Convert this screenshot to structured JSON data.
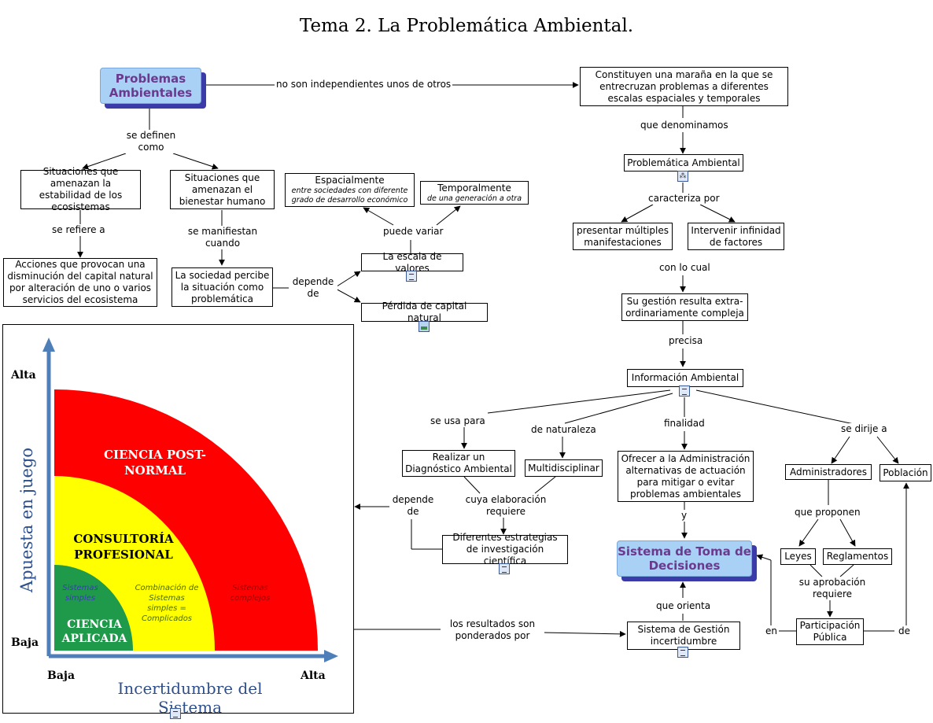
{
  "title": "Tema 2. La Problemática Ambiental.",
  "nodes": {
    "problemas": "Problemas Ambientales",
    "maranya": "Constituyen una maraña en la que se entrecruzan problemas a diferentes escalas espaciales y temporales",
    "problematica": "Problemática Ambiental",
    "estabilidad": "Situaciones que amenazan la estabilidad de los ecosistemas",
    "bienestar": "Situaciones que amenazan el bienestar humano",
    "acciones": "Acciones que provocan una disminución del capital natural por alteración de uno o varios servicios del ecosistema",
    "sociedad": "La sociedad percibe la situación como problemática",
    "espacial": "Espacialmente",
    "espacial_sub": "entre sociedades con diferente grado de desarrollo económico",
    "temporal": "Temporalmente",
    "temporal_sub": "de una generación a otra",
    "escala": "La escala de valores",
    "perdida": "Pérdida de capital natural",
    "presentar": "presentar múltiples manifestaciones",
    "intervenir": "Intervenir infinidad de factores",
    "gestion": "Su gestión resulta extra-ordinariamente compleja",
    "info": "Información Ambiental",
    "diagnostico": "Realizar un Diagnóstico Ambiental",
    "multi": "Multidisciplinar",
    "ofrecer": "Ofrecer a la Administración alternativas de actuación para mitigar o evitar problemas ambientales",
    "administradores": "Administradores",
    "poblacion": "Población",
    "estrategias": "Diferentes estrategias de investigación científica",
    "sistema": "Sistema de Toma de Decisiones",
    "leyes": "Leyes",
    "reglamentos": "Reglamentos",
    "gestion_inc": "Sistema de Gestión incertidumbre",
    "participacion": "Participación Pública"
  },
  "labels": {
    "no_indep": "no son independientes unos de otros",
    "se_definen": "se definen como",
    "se_refiere": "se refiere a",
    "se_manifiestan": "se manifiestan cuando",
    "depende_de": "depende de",
    "puede_variar": "puede variar",
    "que_denominamos": "que denominamos",
    "caracteriza": "caracteriza por",
    "con_lo_cual": "con lo cual",
    "precisa": "precisa",
    "se_usa": "se usa para",
    "naturaleza": "de naturaleza",
    "finalidad": "finalidad",
    "se_dirije": "se dirije a",
    "depende_de2": "depende de",
    "cuya": "cuya elaboración requiere",
    "y": "y",
    "que_proponen": "que proponen",
    "su_aprobacion": "su aprobación requiere",
    "que_orienta": "que orienta",
    "resultados": "los resultados son ponderados por",
    "en": "en",
    "de": "de"
  },
  "panel": {
    "y_axis": "Apuesta en juego",
    "x_axis": "Incertidumbre del Sistema",
    "alta_y": "Alta",
    "baja_y": "Baja",
    "baja_x": "Baja",
    "alta_x": "Alta",
    "post_normal": "CIENCIA POST-NORMAL",
    "consultoria": "CONSULTORÍA PROFESIONAL",
    "aplicada": "CIENCIA APLICADA",
    "simples": "Sistemas simples",
    "combinacion": "Combinación de Sistemas simples = Complicados",
    "complejos": "Sistemas complejos",
    "colors": {
      "red": "#ff0000",
      "yellow": "#ffff00",
      "green": "#1e9a4a",
      "axis": "#4f7fb8"
    }
  }
}
